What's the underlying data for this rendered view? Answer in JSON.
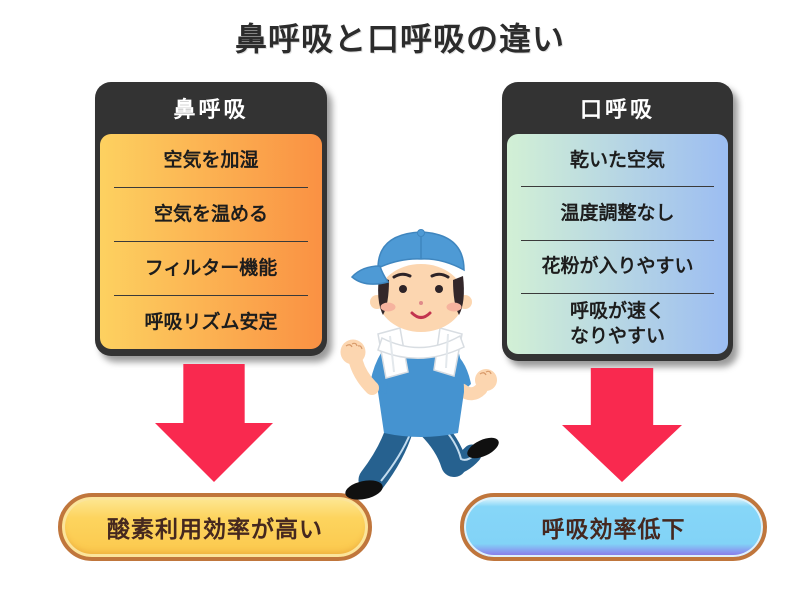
{
  "title": "鼻呼吸と口呼吸の違い",
  "nose_card": {
    "header": "鼻呼吸",
    "items": [
      "空気を加湿",
      "空気を温める",
      "フィルター機能",
      "呼吸リズム安定"
    ]
  },
  "mouth_card": {
    "header": "口呼吸",
    "items": [
      "乾いた空気",
      "温度調整なし",
      "花粉が入りやすい",
      "呼吸が速く\nなりやすい"
    ]
  },
  "nose_result": "酸素利用効率が高い",
  "mouth_result": "呼吸効率低下",
  "illustration": "running-man",
  "colors": {
    "arrow_red": "#f9294f",
    "card_frame": "#333333",
    "nose_gradient_start": "#fdd160",
    "nose_gradient_end": "#fa9143",
    "mouth_gradient_start": "#d2f0d5",
    "mouth_gradient_end": "#9cbdf2",
    "nose_pill_fill": "#fbc84c",
    "pill_border": "#c0763c",
    "mouth_pill_fill": "#82d3f7",
    "mouth_pill_accent": "#8b79ea"
  }
}
